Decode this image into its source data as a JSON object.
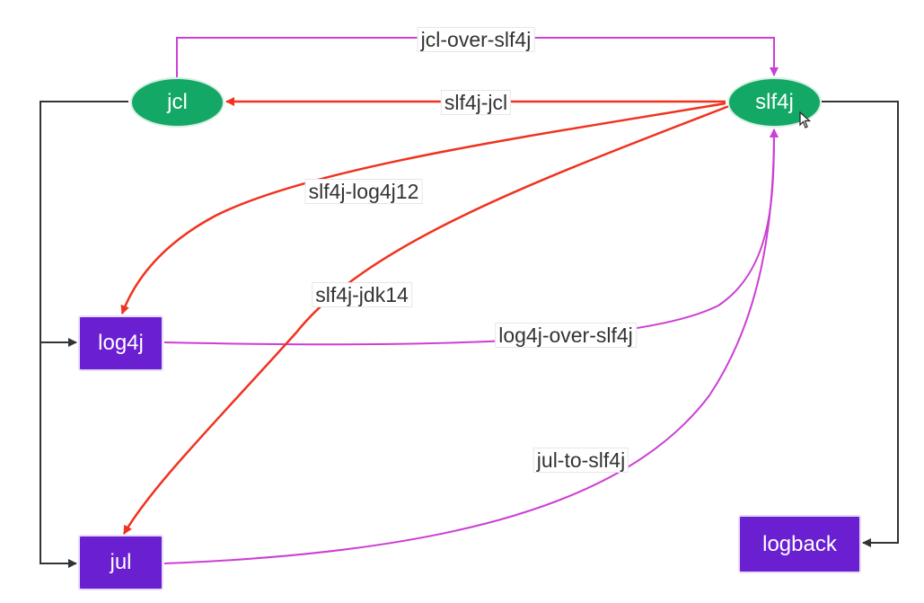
{
  "nodes": {
    "jcl": {
      "label": "jcl",
      "shape": "ellipse"
    },
    "slf4j": {
      "label": "slf4j",
      "shape": "ellipse"
    },
    "log4j": {
      "label": "log4j",
      "shape": "rect"
    },
    "jul": {
      "label": "jul",
      "shape": "rect"
    },
    "logback": {
      "label": "logback",
      "shape": "rect"
    }
  },
  "edges": {
    "jcl_over_slf4j": {
      "label": "jcl-over-slf4j",
      "from": "jcl",
      "to": "slf4j",
      "kind": "bridge"
    },
    "slf4j_jcl": {
      "label": "slf4j-jcl",
      "from": "slf4j",
      "to": "jcl",
      "kind": "binding"
    },
    "slf4j_log4j12": {
      "label": "slf4j-log4j12",
      "from": "slf4j",
      "to": "log4j",
      "kind": "binding"
    },
    "slf4j_jdk14": {
      "label": "slf4j-jdk14",
      "from": "slf4j",
      "to": "jul",
      "kind": "binding"
    },
    "log4j_over_slf4j": {
      "label": "log4j-over-slf4j",
      "from": "log4j",
      "to": "slf4j",
      "kind": "bridge"
    },
    "jul_to_slf4j": {
      "label": "jul-to-slf4j",
      "from": "jul",
      "to": "slf4j",
      "kind": "bridge"
    },
    "jcl_to_log4j": {
      "label": "",
      "from": "jcl",
      "to": "log4j",
      "kind": "plain"
    },
    "jcl_to_jul": {
      "label": "",
      "from": "jcl",
      "to": "jul",
      "kind": "plain"
    },
    "slf4j_to_logback": {
      "label": "",
      "from": "slf4j",
      "to": "logback",
      "kind": "plain"
    }
  },
  "colors": {
    "binding": "#f0321e",
    "bridge": "#cc3fd4",
    "plain": "#333333",
    "ellipse_fill": "#13a865",
    "rect_fill": "#6a1fd0"
  },
  "cursor_icon": "pointer-arrow-icon"
}
